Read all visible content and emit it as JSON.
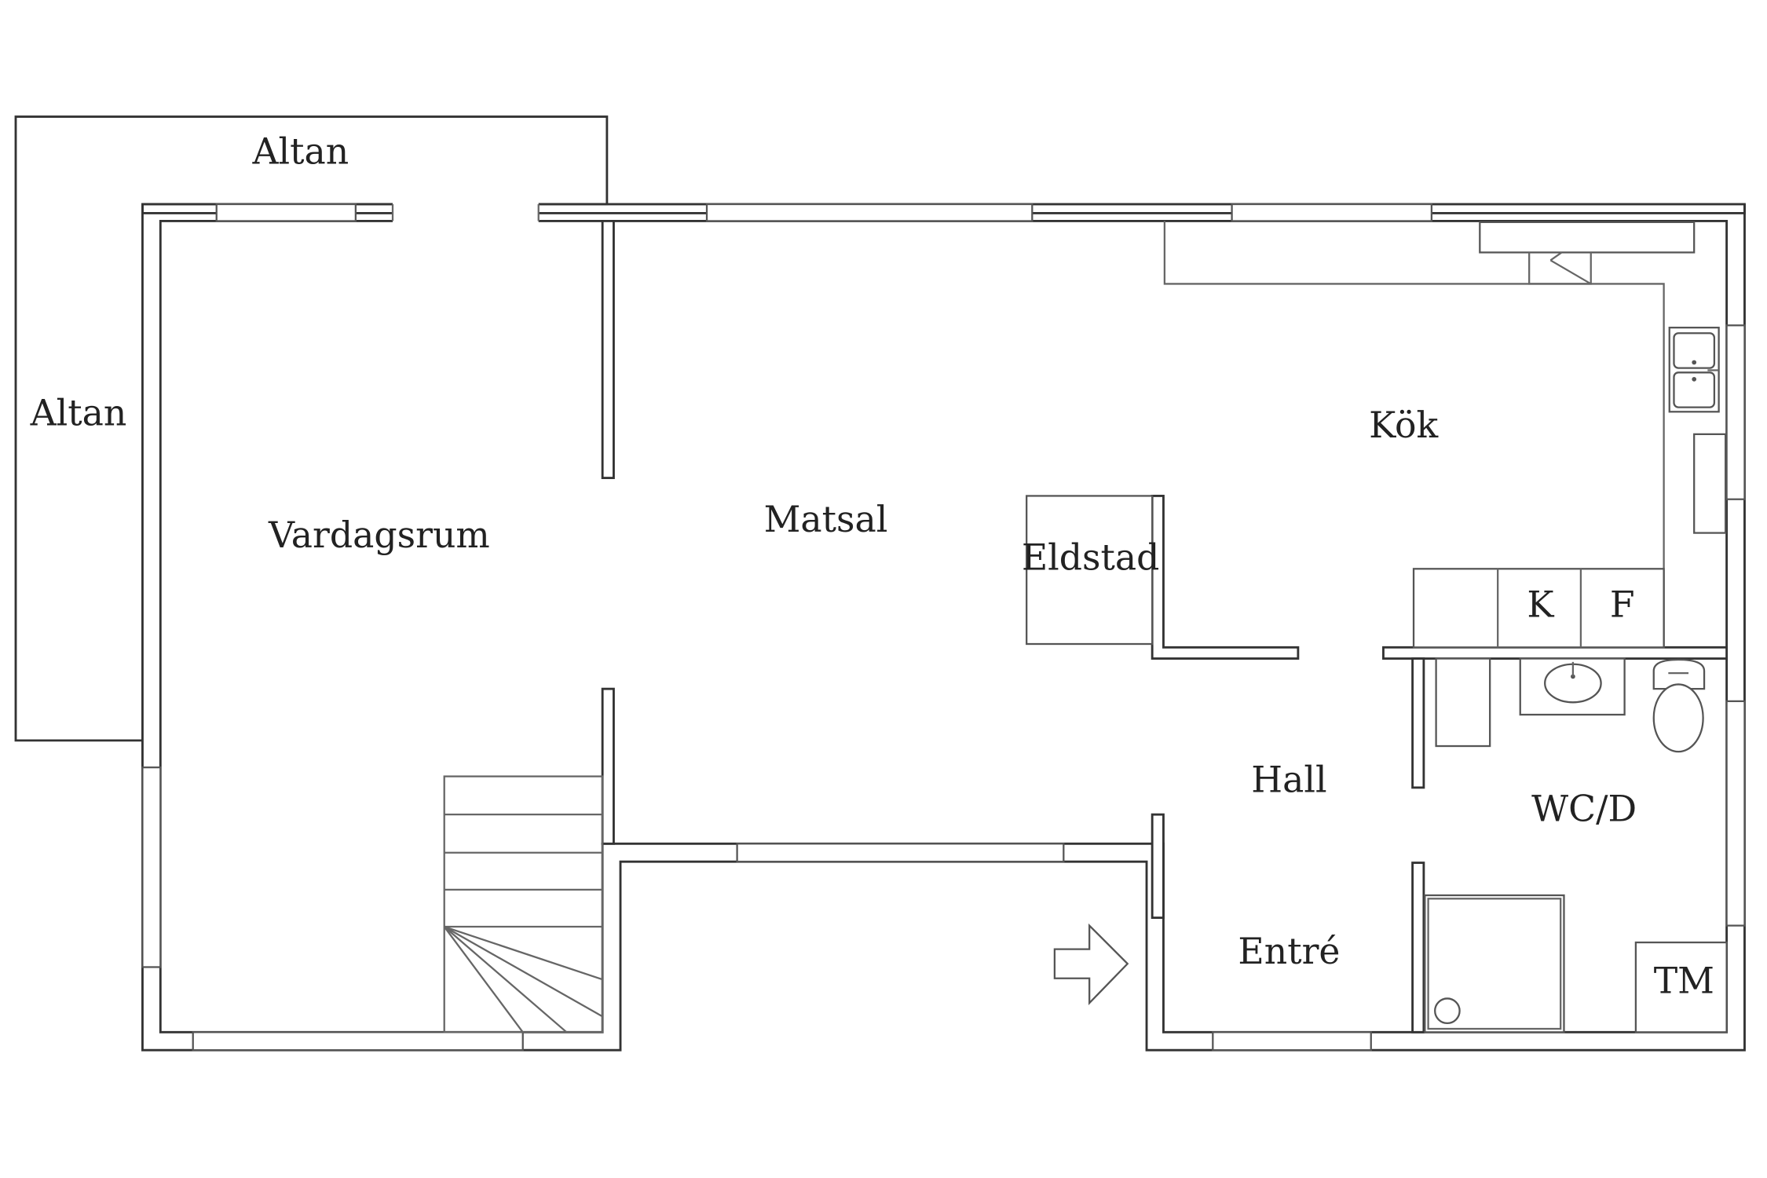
{
  "floorplan": {
    "rooms": {
      "altan_top": "Altan",
      "altan_left": "Altan",
      "vardagsrum": "Vardagsrum",
      "matsal": "Matsal",
      "eldstad": "Eldstad",
      "kok": "Kök",
      "kyl": "K",
      "frys": "F",
      "hall": "Hall",
      "wcd": "WC/D",
      "entre": "Entré",
      "tm": "TM"
    },
    "colors": {
      "line": "#333333",
      "text": "#222222",
      "background": "#ffffff"
    }
  }
}
